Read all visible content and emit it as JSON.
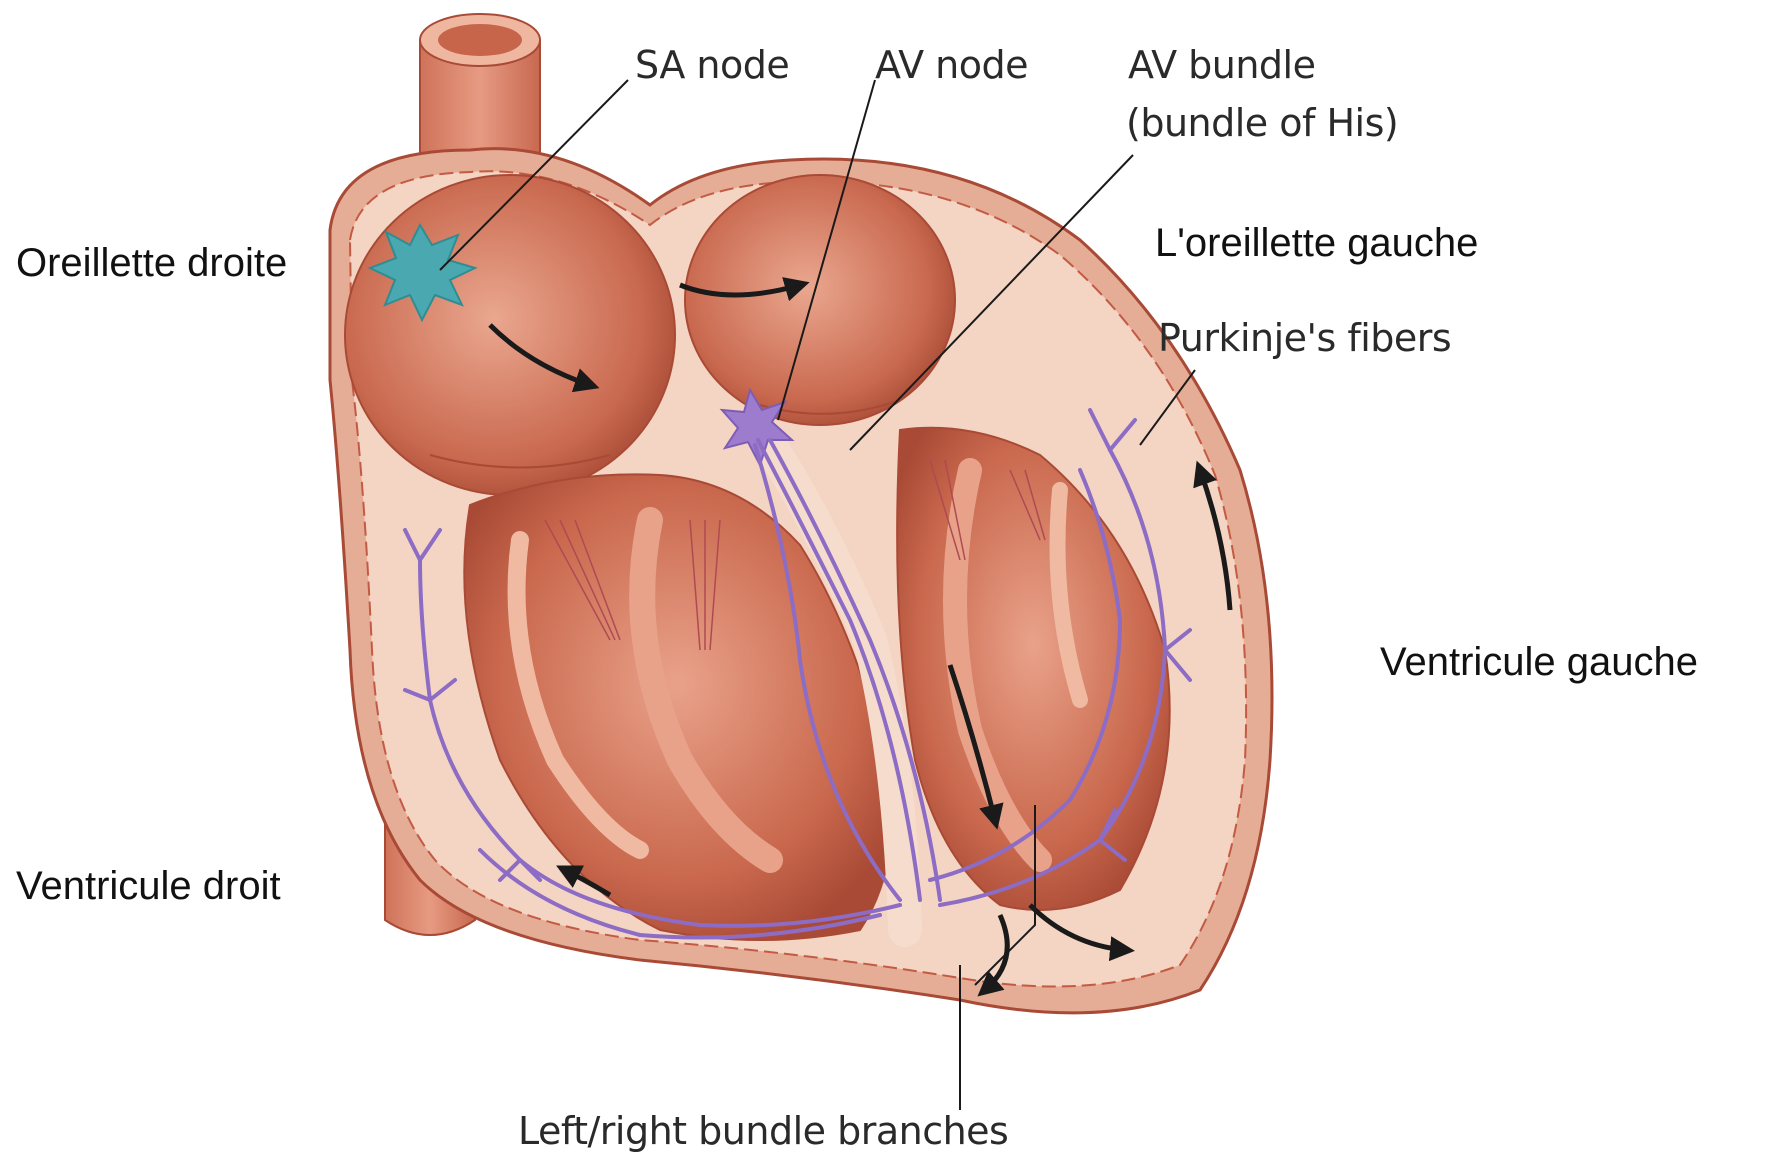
{
  "labels": {
    "sa_node": "SA node",
    "av_node": "AV node",
    "av_bundle_line1": "AV bundle",
    "av_bundle_line2": "(bundle of His)",
    "right_atrium": "Oreillette droite",
    "left_atrium": "L'oreillette gauche",
    "purkinje": "Purkinje's fibers",
    "left_ventricle": "Ventricule gauche",
    "right_ventricle": "Ventricule droit",
    "bundle_branches": "Left/right bundle branches"
  },
  "colors": {
    "muscle": "#d98a72",
    "muscle_dark": "#b9543f",
    "chamber": "#c66a50",
    "wall_light": "#f3cdb8",
    "conduction": "#8c6cc4",
    "sa_node": "#4aa9b0",
    "arrow": "#1a1a1a"
  }
}
